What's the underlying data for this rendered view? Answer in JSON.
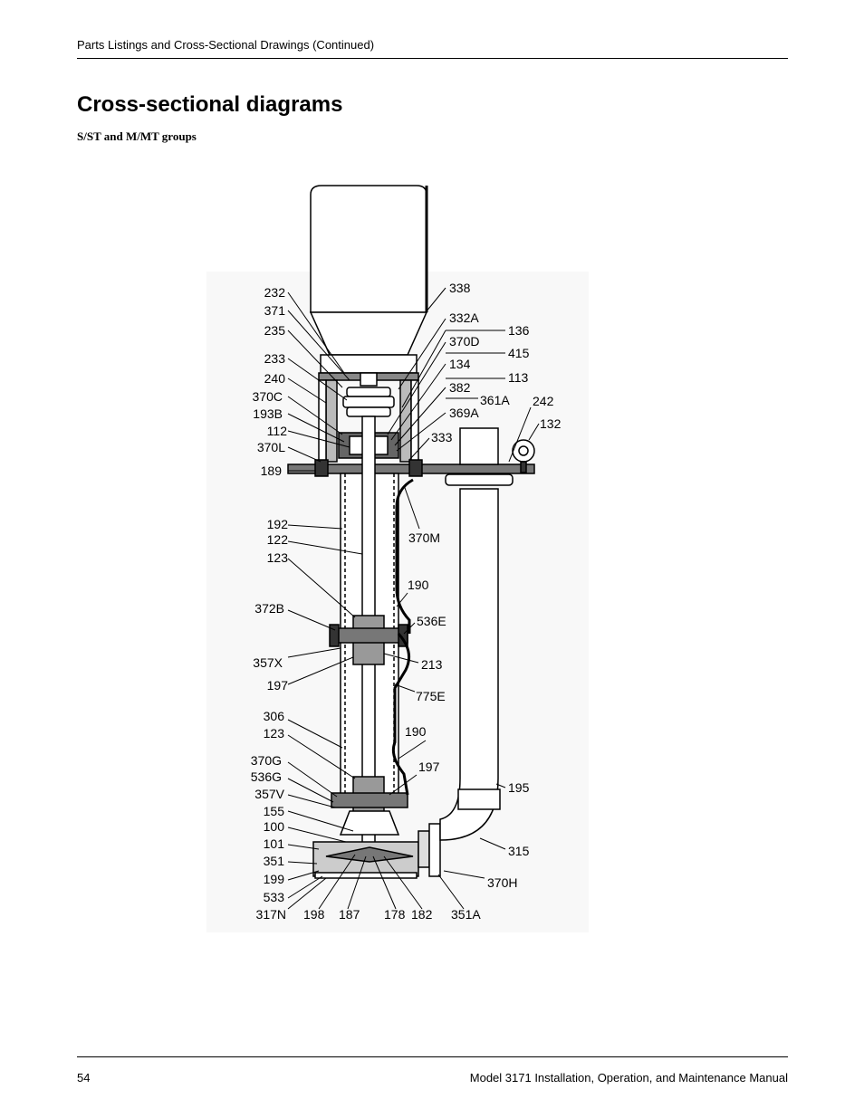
{
  "header": {
    "section_title": "Parts Listings and Cross-Sectional Drawings (Continued)"
  },
  "page_title": "Cross-sectional diagrams",
  "subtitle": "S/ST and M/MT groups",
  "diagram_labels": {
    "l232": "232",
    "l371": "371",
    "l235": "235",
    "l233": "233",
    "l240": "240",
    "l370C": "370C",
    "l193B": "193B",
    "l112": "112",
    "l370L": "370L",
    "l189": "189",
    "l338": "338",
    "l332A": "332A",
    "l136": "136",
    "l370D": "370D",
    "l415": "415",
    "l134": "134",
    "l113": "113",
    "l382": "382",
    "l361A": "361A",
    "l242": "242",
    "l369A": "369A",
    "l132": "132",
    "l333": "333",
    "l192": "192",
    "l122": "122",
    "l123a": "123",
    "l370M": "370M",
    "l190a": "190",
    "l372B": "372B",
    "l536E": "536E",
    "l357X": "357X",
    "l213": "213",
    "l197a": "197",
    "l775E": "775E",
    "l306": "306",
    "l123b": "123",
    "l190b": "190",
    "l370G": "370G",
    "l197b": "197",
    "l536G": "536G",
    "l357V": "357V",
    "l195": "195",
    "l155": "155",
    "l100": "100",
    "l101": "101",
    "l315": "315",
    "l351": "351",
    "l199": "199",
    "l370H": "370H",
    "l533": "533",
    "l317N": "317N",
    "l198": "198",
    "l187": "187",
    "l178": "178",
    "l182": "182",
    "l351A": "351A"
  },
  "footer": {
    "page_number": "54",
    "manual_title": "Model 3171 Installation, Operation, and Maintenance Manual"
  }
}
